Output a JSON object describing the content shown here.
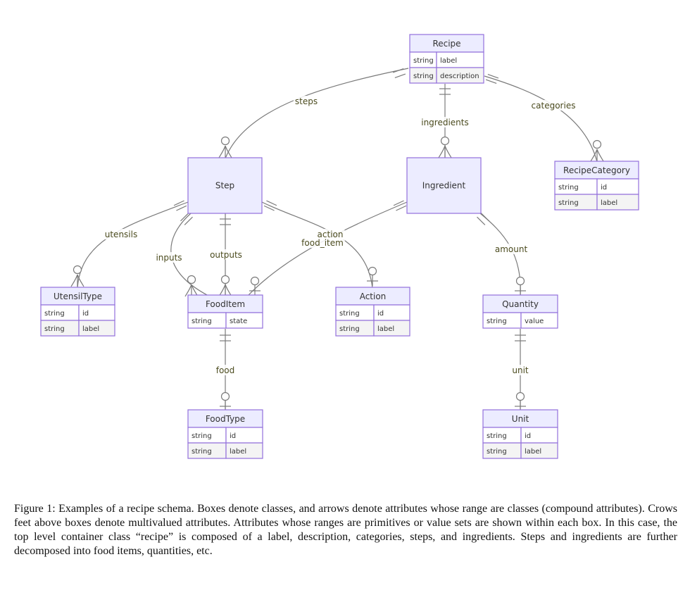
{
  "diagram": {
    "type": "entity-relationship",
    "colors": {
      "entity_fill": "#ECECFF",
      "entity_stroke": "#9370DB",
      "attr_fill_alt": "#F4F4F4",
      "line": "#7a7a7a",
      "label": "#4b4b1e"
    },
    "entities": [
      {
        "id": "recipe",
        "name": "Recipe",
        "attributes": [
          {
            "type": "string",
            "name": "label"
          },
          {
            "type": "string",
            "name": "description"
          }
        ]
      },
      {
        "id": "step",
        "name": "Step",
        "attributes": []
      },
      {
        "id": "ingredient",
        "name": "Ingredient",
        "attributes": []
      },
      {
        "id": "recipecategory",
        "name": "RecipeCategory",
        "attributes": [
          {
            "type": "string",
            "name": "id"
          },
          {
            "type": "string",
            "name": "label"
          }
        ]
      },
      {
        "id": "utensiltype",
        "name": "UtensilType",
        "attributes": [
          {
            "type": "string",
            "name": "id"
          },
          {
            "type": "string",
            "name": "label"
          }
        ]
      },
      {
        "id": "fooditem",
        "name": "FoodItem",
        "attributes": [
          {
            "type": "string",
            "name": "state"
          }
        ]
      },
      {
        "id": "action",
        "name": "Action",
        "attributes": [
          {
            "type": "string",
            "name": "id"
          },
          {
            "type": "string",
            "name": "label"
          }
        ]
      },
      {
        "id": "quantity",
        "name": "Quantity",
        "attributes": [
          {
            "type": "string",
            "name": "value"
          }
        ]
      },
      {
        "id": "foodtype",
        "name": "FoodType",
        "attributes": [
          {
            "type": "string",
            "name": "id"
          },
          {
            "type": "string",
            "name": "label"
          }
        ]
      },
      {
        "id": "unit",
        "name": "Unit",
        "attributes": [
          {
            "type": "string",
            "name": "id"
          },
          {
            "type": "string",
            "name": "label"
          }
        ]
      }
    ],
    "relationships": [
      {
        "id": "steps",
        "label": "steps",
        "from": "recipe",
        "to": "step",
        "cardinality_from": "exactly-one",
        "cardinality_to": "zero-or-more"
      },
      {
        "id": "ingredients",
        "label": "ingredients",
        "from": "recipe",
        "to": "ingredient",
        "cardinality_from": "exactly-one",
        "cardinality_to": "zero-or-more"
      },
      {
        "id": "categories",
        "label": "categories",
        "from": "recipe",
        "to": "recipecategory",
        "cardinality_from": "exactly-one",
        "cardinality_to": "zero-or-more"
      },
      {
        "id": "utensils",
        "label": "utensils",
        "from": "step",
        "to": "utensiltype",
        "cardinality_from": "exactly-one",
        "cardinality_to": "zero-or-more"
      },
      {
        "id": "inputs",
        "label": "inputs",
        "from": "step",
        "to": "fooditem",
        "cardinality_from": "exactly-one",
        "cardinality_to": "zero-or-more"
      },
      {
        "id": "outputs",
        "label": "outputs",
        "from": "step",
        "to": "fooditem",
        "cardinality_from": "exactly-one",
        "cardinality_to": "zero-or-more"
      },
      {
        "id": "action",
        "label": "action",
        "from": "step",
        "to": "action",
        "cardinality_from": "exactly-one",
        "cardinality_to": "zero-or-one"
      },
      {
        "id": "food_item",
        "label": "food_item",
        "from": "ingredient",
        "to": "fooditem",
        "cardinality_from": "exactly-one",
        "cardinality_to": "zero-or-one"
      },
      {
        "id": "amount",
        "label": "amount",
        "from": "ingredient",
        "to": "quantity",
        "cardinality_from": "exactly-one",
        "cardinality_to": "zero-or-one"
      },
      {
        "id": "food",
        "label": "food",
        "from": "fooditem",
        "to": "foodtype",
        "cardinality_from": "exactly-one",
        "cardinality_to": "zero-or-one"
      },
      {
        "id": "unit",
        "label": "unit",
        "from": "quantity",
        "to": "unit",
        "cardinality_from": "exactly-one",
        "cardinality_to": "zero-or-one"
      }
    ]
  },
  "caption": "Figure 1: Examples of a recipe schema. Boxes denote classes, and arrows denote attributes whose range are classes (compound attributes). Crows feet above boxes denote multivalued attributes. Attributes whose ranges are primitives or value sets are shown within each box. In this case, the top level container class “recipe” is composed of a label, description, categories, steps, and ingredients. Steps and ingredients are further decomposed into food items, quantities, etc."
}
